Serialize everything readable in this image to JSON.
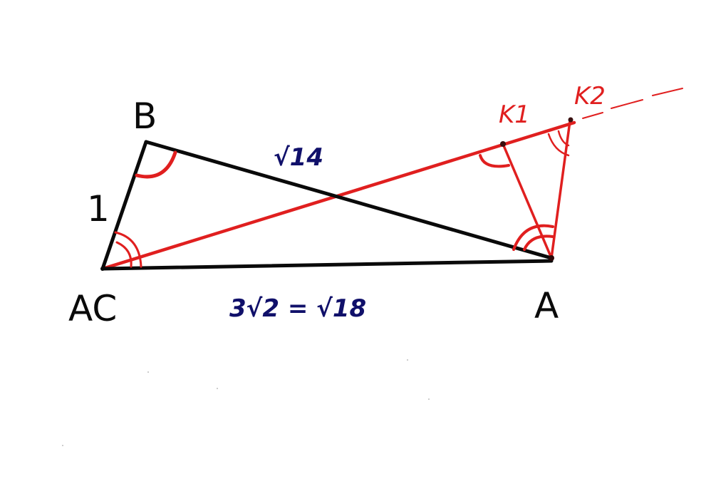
{
  "diagram": {
    "points": {
      "AC": "AC",
      "B": "B",
      "A": "A",
      "K1": "K1",
      "K2": "K2"
    },
    "side_labels": {
      "AC_B": "1",
      "B_A": "√14",
      "AC_A": "3√2 = √18"
    },
    "colors": {
      "triangle": "#0a0a0a",
      "construction": "#e01f1f",
      "side_labels": "#10106a"
    }
  }
}
